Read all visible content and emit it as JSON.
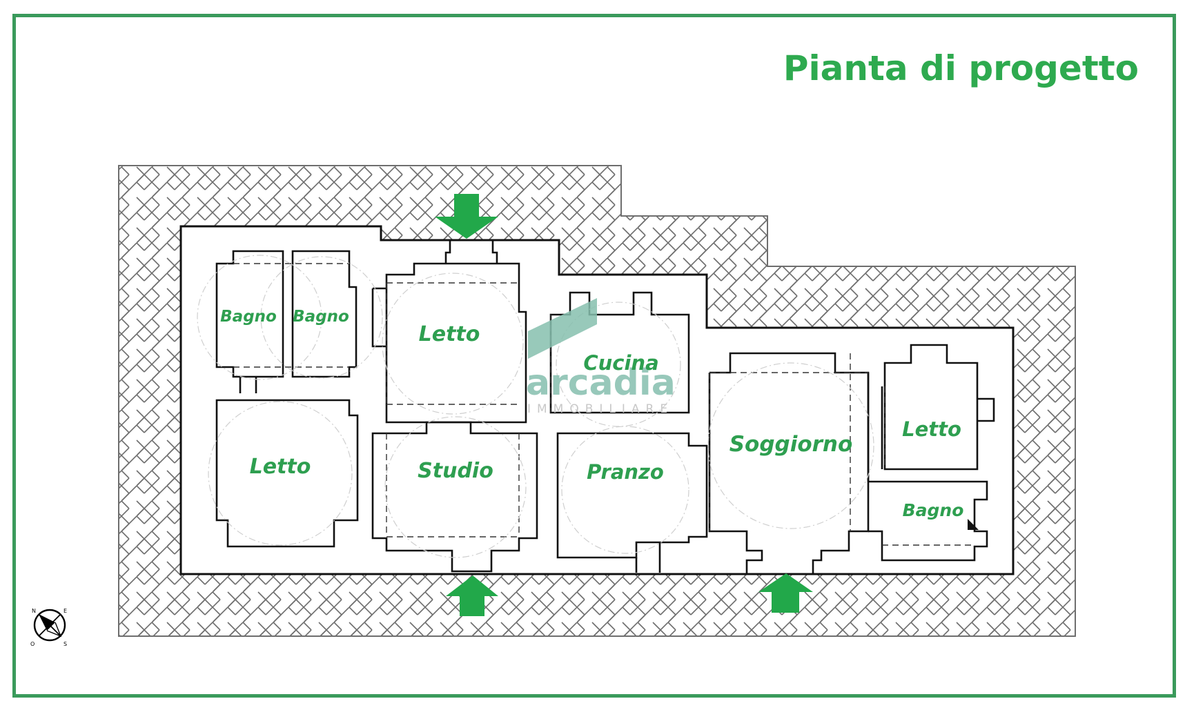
{
  "title": "Pianta di progetto",
  "colors": {
    "frame": "#3a9a5b",
    "title": "#2eaa4f",
    "room_label": "#2e9f50",
    "entrance_arrow": "#22a84a",
    "watermark": "#86bfae",
    "wall": "#111111",
    "hatch": "#6e6e6e"
  },
  "rooms": [
    {
      "id": "bagno-1",
      "label": "Bagno"
    },
    {
      "id": "bagno-2",
      "label": "Bagno"
    },
    {
      "id": "letto-1",
      "label": "Letto"
    },
    {
      "id": "cucina",
      "label": "Cucina"
    },
    {
      "id": "letto-2",
      "label": "Letto"
    },
    {
      "id": "studio",
      "label": "Studio"
    },
    {
      "id": "pranzo",
      "label": "Pranzo"
    },
    {
      "id": "soggiorno",
      "label": "Soggiorno"
    },
    {
      "id": "letto-3",
      "label": "Letto"
    },
    {
      "id": "bagno-3",
      "label": "Bagno"
    }
  ],
  "entrances": [
    {
      "id": "entrance-north",
      "direction": "down"
    },
    {
      "id": "entrance-south-studio",
      "direction": "up"
    },
    {
      "id": "entrance-south-soggiorno",
      "direction": "up"
    }
  ],
  "watermark": {
    "brand": "arcadia",
    "subtitle": "IMMOBILIARE"
  },
  "compass": {
    "icon": "compass-rose-icon",
    "letters": {
      "north": "N",
      "east": "E",
      "south": "S",
      "west": "O"
    }
  }
}
